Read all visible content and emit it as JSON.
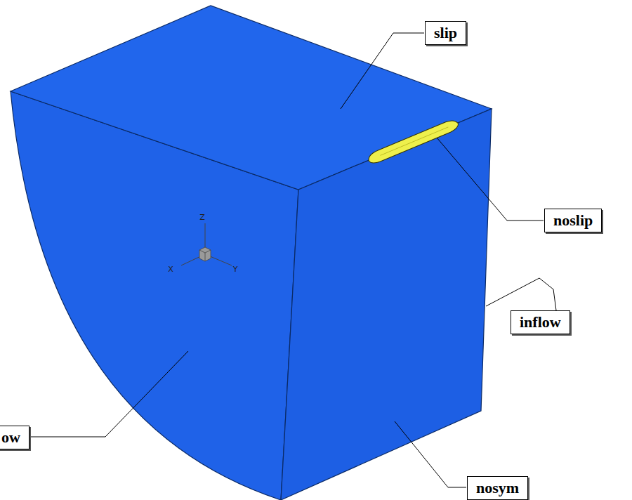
{
  "diagram": {
    "labels": [
      "slip",
      "noslip",
      "inflow",
      "ow",
      "nosym",
      "Z",
      "X",
      "Y"
    ]
  }
}
